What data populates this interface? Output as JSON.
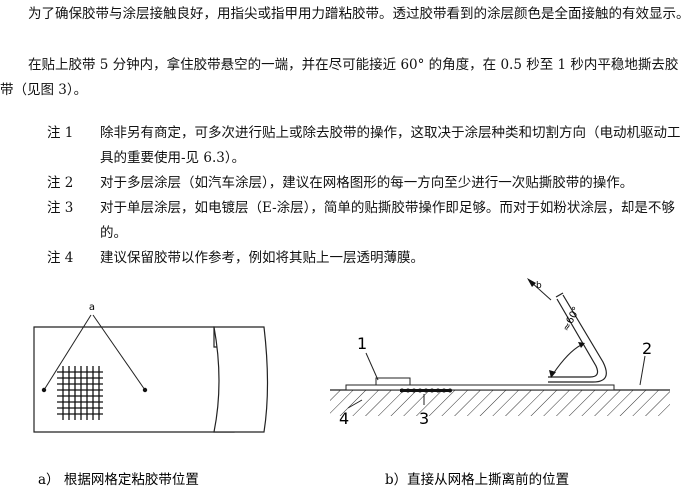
{
  "paragraphs": {
    "p1": "为了确保胶带与涂层接触良好，用指尖或指甲用力蹭粘胶带。透过胶带看到的涂层颜色是全面接触的有效显示。",
    "p2": "在贴上胶带 5 分钟内，拿住胶带悬空的一端，并在尽可能接近 60° 的角度，在 0.5 秒至 1 秒内平稳地撕去胶带（见图 3）。"
  },
  "notes": [
    {
      "label": "注 1",
      "text": "除非另有商定，可多次进行贴上或除去胶带的操作，这取决于涂层种类和切割方向（电动机驱动工具的重要使用-见 6.3）。"
    },
    {
      "label": "注 2",
      "text": "对于多层涂层（如汽车涂层），建议在网格图形的每一方向至少进行一次贴撕胶带的操作。"
    },
    {
      "label": "注 3",
      "text": "对于单层涂层，如电镀层（E-涂层），简单的贴撕胶带操作即足够。而对于如粉状涂层，却是不够的。"
    },
    {
      "label": "注 4",
      "text": "建议保留胶带以作参考，例如将其贴上一层透明薄膜。"
    }
  ],
  "figure": {
    "left_marker": "a",
    "right_marker": "b",
    "angle_label": "≈60°",
    "callouts": [
      "1",
      "2",
      "3",
      "4"
    ],
    "caption_a": "a）  根据网格定粘胶带位置",
    "caption_b": "b）直接从网格上撕离前的位置"
  }
}
